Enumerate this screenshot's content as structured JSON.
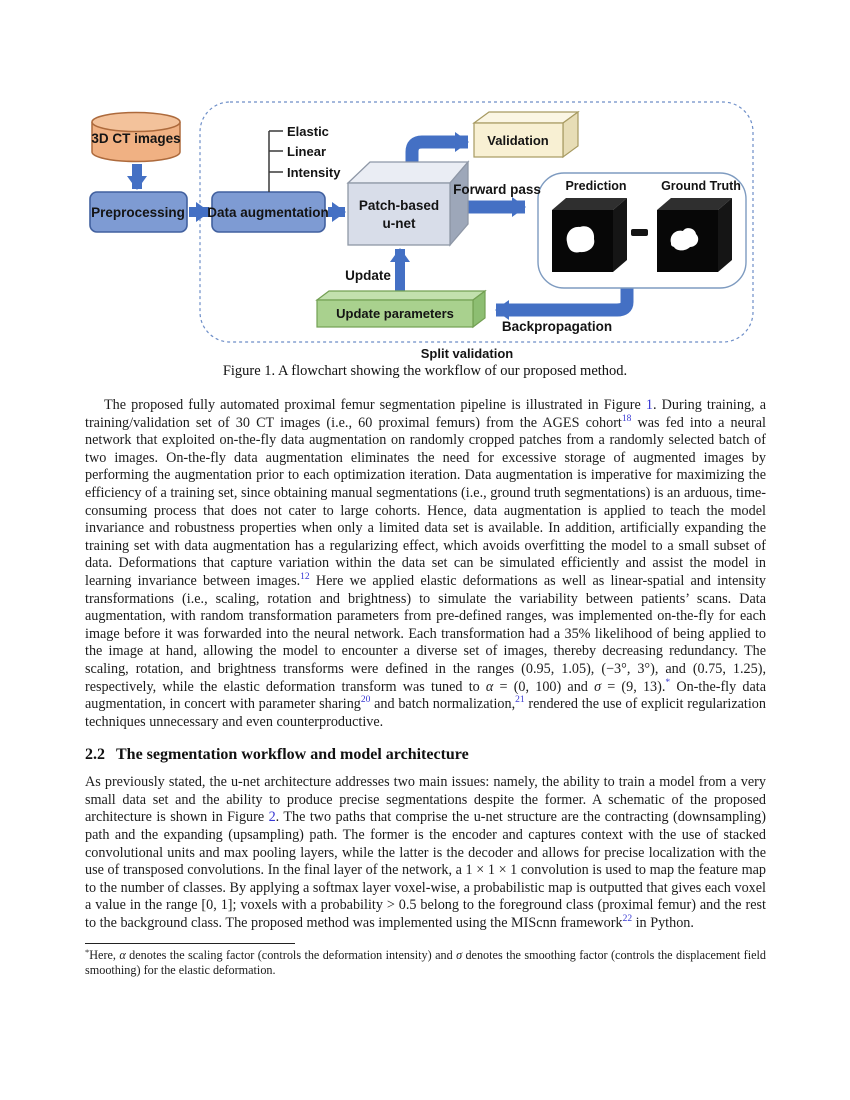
{
  "figure": {
    "caption": "Figure 1. A flowchart showing the workflow of our proposed method.",
    "outer_label": "Split validation",
    "nodes": {
      "ct": "3D CT images",
      "preprocessing": "Preprocessing",
      "augmentation": "Data augmentation",
      "aug_elastic": "Elastic",
      "aug_linear": "Linear",
      "aug_intensity": "Intensity",
      "unet_line1": "Patch-based",
      "unet_line2": "u-net",
      "validation": "Validation",
      "update_params": "Update parameters",
      "prediction": "Prediction",
      "ground_truth": "Ground Truth"
    },
    "edge_labels": {
      "forward": "Forward pass",
      "update": "Update",
      "backprop": "Backpropagation"
    },
    "colors": {
      "arrow": "#4470C4",
      "box_blue": "#7E9BD3",
      "box_blue_border": "#41609F",
      "cylinder": "#F0B183",
      "cylinder_top": "#F3C29B",
      "cylinder_border": "#AD6A3C",
      "cube_front": "#D8DDE9",
      "cube_top": "#EAEDF4",
      "cube_side": "#9DA7B9",
      "val_front": "#F8F0D3",
      "val_top": "#FBF6E4",
      "val_side": "#E7DDB6",
      "green_front": "#A9D18E",
      "green_top": "#C2E0AE",
      "green_side": "#8DBE72",
      "container_border": "#7E9BC0",
      "dashed_border": "#6D8EC8",
      "black_cube_front": "#070707",
      "black_cube_top": "#2F2F2F",
      "black_cube_side": "#151515",
      "link": "#3636D2"
    }
  },
  "content": {
    "heading": {
      "number": "2.2",
      "title": "The segmentation workflow and model architecture"
    },
    "p1": [
      {
        "t": "The proposed fully automated proximal femur segmentation pipeline is illustrated in Figure ",
        "n": "text-segment",
        "i": false
      },
      {
        "t": "1",
        "s": "blue",
        "n": "figure-1-link",
        "i": true
      },
      {
        "t": ". During training, a training/validation set of 30 CT images (i.e., 60 proximal femurs) from the AGES cohort",
        "n": "text-segment",
        "i": false
      },
      {
        "t": "18",
        "s": "sup",
        "n": "citation-link-18",
        "i": true
      },
      {
        "t": " was fed into a neural network that exploited on-the-fly data augmentation on randomly cropped patches from a randomly selected batch of two images. On-the-fly data augmentation eliminates the need for excessive storage of augmented images by performing the augmentation prior to each optimization iteration. Data augmentation is imperative for maximizing the efficiency of a training set, since obtaining manual segmentations (i.e., ground truth segmentations) is an arduous, time-consuming process that does not cater to large cohorts. Hence, data augmentation is applied to teach the model invariance and robustness properties when only a limited data set is available. In addition, artificially expanding the training set with data augmentation has a regularizing effect, which avoids overfitting the model to a small subset of data. Deformations that capture variation within the data set can be simulated efficiently and assist the model in learning invariance between images.",
        "n": "text-segment",
        "i": false
      },
      {
        "t": "12",
        "s": "sup",
        "n": "citation-link-12",
        "i": true
      },
      {
        "t": " Here we applied elastic deformations as well as linear-spatial and intensity transformations (i.e., scaling, rotation and brightness) to simulate the variability between patients’ scans. Data augmentation, with random transformation parameters from pre-defined ranges, was implemented on-the-fly for each image before it was forwarded into the neural network. Each transformation had a 35% likelihood of being applied to the image at hand, allowing the model to encounter a diverse set of images, thereby decreasing redundancy. The scaling, rotation, and brightness transforms were defined in the ranges (0.95, 1.05), (−3°, 3°), and (0.75, 1.25), respectively, while the elastic deformation transform was tuned to ",
        "n": "text-segment",
        "i": false
      },
      {
        "t": "α",
        "s": "it",
        "n": "math-alpha",
        "i": false
      },
      {
        "t": " = (0, 100) and ",
        "n": "text-segment",
        "i": false
      },
      {
        "t": "σ",
        "s": "it",
        "n": "math-sigma",
        "i": false
      },
      {
        "t": " = (9, 13).",
        "n": "text-segment",
        "i": false
      },
      {
        "t": "*",
        "s": "sup",
        "n": "footnote-link",
        "i": true
      },
      {
        "t": " On-the-fly data augmentation, in concert with parameter sharing",
        "n": "text-segment",
        "i": false
      },
      {
        "t": "20",
        "s": "sup",
        "n": "citation-link-20",
        "i": true
      },
      {
        "t": " and batch normalization,",
        "n": "text-segment",
        "i": false
      },
      {
        "t": "21",
        "s": "sup",
        "n": "citation-link-21",
        "i": true
      },
      {
        "t": " rendered the use of explicit regularization techniques unnecessary and even counterproductive.",
        "n": "text-segment",
        "i": false
      }
    ],
    "p2": [
      {
        "t": "As previously stated, the u-net architecture addresses two main issues: namely, the ability to train a model from a very small data set and the ability to produce precise segmentations despite the former. A schematic of the proposed architecture is shown in Figure ",
        "n": "text-segment",
        "i": false
      },
      {
        "t": "2",
        "s": "blue",
        "n": "figure-2-link",
        "i": true
      },
      {
        "t": ". The two paths that comprise the u-net structure are the contracting (downsampling) path and the expanding (upsampling) path. The former is the encoder and captures context with the use of stacked convolutional units and max pooling layers, while the latter is the decoder and allows for precise localization with the use of transposed convolutions. In the final layer of the network, a 1 × 1 × 1 convolution is used to map the feature map to the number of classes. By applying a softmax layer voxel-wise, a probabilistic map is outputted that gives each voxel a value in the range [0, 1]; voxels with a probability > 0.5 belong to the foreground class (proximal femur) and the rest to the background class. The proposed method was implemented using the MIScnn framework",
        "n": "text-segment",
        "i": false
      },
      {
        "t": "22",
        "s": "sup",
        "n": "citation-link-22",
        "i": true
      },
      {
        "t": " in Python.",
        "n": "text-segment",
        "i": false
      }
    ],
    "footnote": [
      {
        "t": "*",
        "s": "fnmark",
        "n": "footnote-marker",
        "i": false
      },
      {
        "t": "Here, ",
        "n": "text-segment",
        "i": false
      },
      {
        "t": "α",
        "s": "it",
        "n": "math-alpha",
        "i": false
      },
      {
        "t": " denotes the scaling factor (controls the deformation intensity) and ",
        "n": "text-segment",
        "i": false
      },
      {
        "t": "σ",
        "s": "it",
        "n": "math-sigma",
        "i": false
      },
      {
        "t": " denotes the smoothing factor (controls the displacement field smoothing) for the elastic deformation.",
        "n": "text-segment",
        "i": false
      }
    ]
  }
}
